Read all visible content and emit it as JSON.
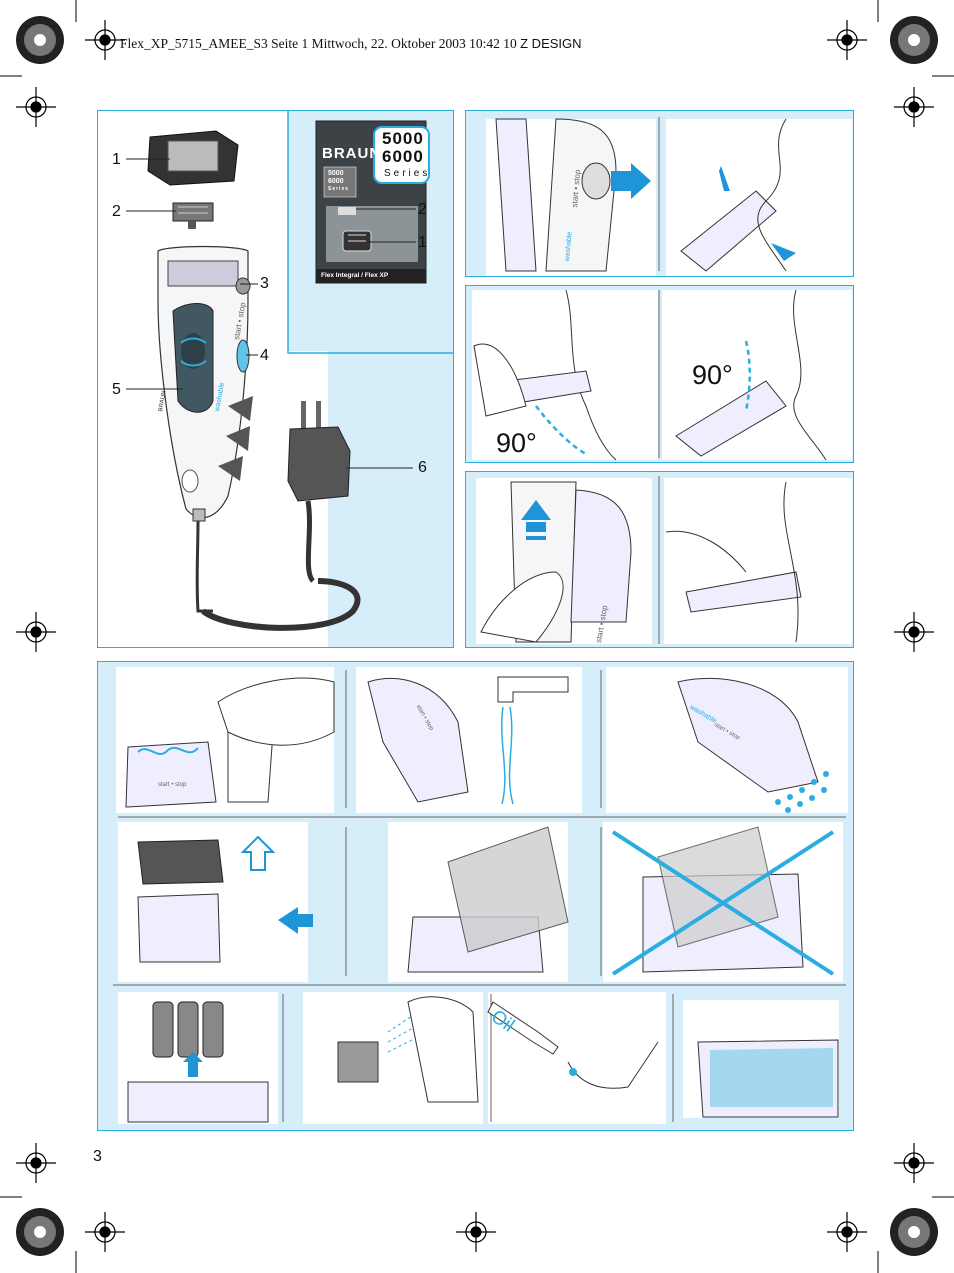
{
  "header": {
    "file_info": "Flex_XP_5715_AMEE_S3  Seite 1  Mittwoch, 22. Oktober 2003  10:42 10",
    "studio": "Z DESIGN"
  },
  "overview": {
    "callouts": [
      "1",
      "2",
      "3",
      "4",
      "5",
      "6"
    ],
    "shaver_texts": {
      "switch": "start • stop",
      "washable": "washable",
      "brand": "BRAUN"
    },
    "package": {
      "brand": "BRAUN",
      "series_line1": "5000",
      "series_line2": "6000",
      "series_label": "Series",
      "small_series": [
        "5000",
        "6000",
        "Series"
      ],
      "footer": "Flex Integral / Flex XP",
      "callouts": [
        "2",
        "1"
      ]
    }
  },
  "shaving": {
    "switch_text": "start • stop",
    "washable_text": "washable",
    "angle_labels": [
      "90°",
      "90°"
    ]
  },
  "trimmer": {
    "switch_text": "start • stop"
  },
  "cleaning": {
    "labels": [
      "washable",
      "start • stop",
      "start • stop",
      "start • stop"
    ]
  },
  "oil": {
    "bottle_label": "Oil"
  },
  "page_number": "3",
  "colors": {
    "accent": "#2aaee0",
    "panel_bg": "#d6eef9",
    "arrow": "#1f95d8",
    "cross": "#2aaee0"
  }
}
